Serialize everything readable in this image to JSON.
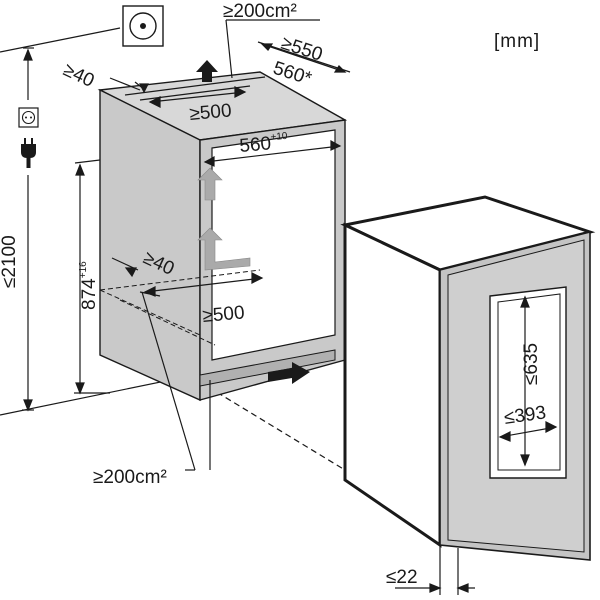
{
  "unit_label": "[mm]",
  "dimensions": {
    "top_vent_area": "≥200cm²",
    "depth_min": "≥550",
    "depth_appliance": "560*",
    "top_gap": "≥40",
    "top_vent_width": "≥500",
    "niche_width": "560",
    "niche_width_tol": "+10",
    "max_height": "≤2100",
    "niche_height": "874",
    "niche_height_tol": "+16",
    "bottom_gap": "≥40",
    "bottom_vent_width": "≥500",
    "bottom_vent_area": "≥200cm²",
    "door_height": "≤635",
    "door_width": "≤393",
    "door_offset": "≤22"
  },
  "icons": [
    "wall-socket-icon",
    "power-socket-icon",
    "power-plug-icon",
    "airflow-arrow-icon"
  ],
  "colors": {
    "cabinet": "#c9c9c9",
    "cabinet_dark": "#a8a8a8",
    "lines": "#1a1a1a",
    "arrow_gray": "#9a9a9a"
  }
}
